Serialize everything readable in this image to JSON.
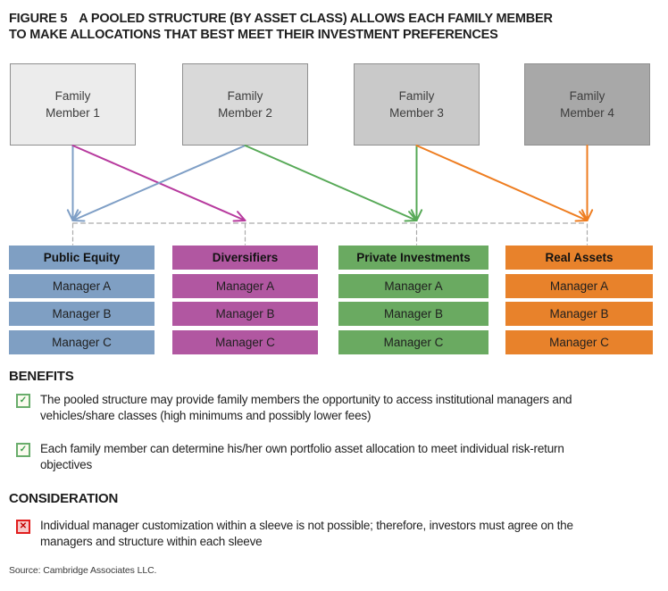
{
  "figure": {
    "label": "FIGURE 5",
    "title": "A POOLED STRUCTURE (BY ASSET CLASS) ALLOWS EACH FAMILY MEMBER TO MAKE ALLOCATIONS THAT BEST MEET THEIR INVESTMENT PREFERENCES"
  },
  "family_members": [
    {
      "label": "Family\nMember 1",
      "fill": "#ececec"
    },
    {
      "label": "Family\nMember 2",
      "fill": "#d9d9d9"
    },
    {
      "label": "Family\nMember 3",
      "fill": "#c9c9c9"
    },
    {
      "label": "Family\nMember 4",
      "fill": "#a8a8a8"
    }
  ],
  "asset_classes": [
    {
      "name": "Public Equity",
      "color": "#7f9fc3",
      "arrow_color": "#7f9fc6",
      "managers": [
        "Manager A",
        "Manager B",
        "Manager C"
      ]
    },
    {
      "name": "Diversifiers",
      "color": "#b157a1",
      "arrow_color": "#b73a9e",
      "managers": [
        "Manager A",
        "Manager B",
        "Manager C"
      ]
    },
    {
      "name": "Private Investments",
      "color": "#6aaa61",
      "arrow_color": "#57a957",
      "managers": [
        "Manager A",
        "Manager B",
        "Manager C"
      ]
    },
    {
      "name": "Real Assets",
      "color": "#e8822b",
      "arrow_color": "#ee7d20",
      "managers": [
        "Manager A",
        "Manager B",
        "Manager C"
      ]
    }
  ],
  "allocations": [
    {
      "from": 0,
      "to": 0
    },
    {
      "from": 0,
      "to": 1
    },
    {
      "from": 1,
      "to": 0
    },
    {
      "from": 1,
      "to": 2
    },
    {
      "from": 2,
      "to": 2
    },
    {
      "from": 2,
      "to": 3
    },
    {
      "from": 3,
      "to": 3
    }
  ],
  "dashed_line_color": "#ababab",
  "icons": {
    "check": "✓",
    "cross": "✕"
  },
  "benefits": {
    "heading": "BENEFITS",
    "items": [
      "The pooled structure may provide family members the opportunity to access institutional managers and vehicles/share classes (high minimums and possibly lower fees)",
      "Each family member can determine his/her own portfolio asset allocation to meet individual risk-return objectives"
    ]
  },
  "consideration": {
    "heading": "CONSIDERATION",
    "items": [
      "Individual manager customization within a sleeve is not possible; therefore, investors must agree on the managers and structure within each sleeve"
    ]
  },
  "source": "Source: Cambridge Associates LLC."
}
